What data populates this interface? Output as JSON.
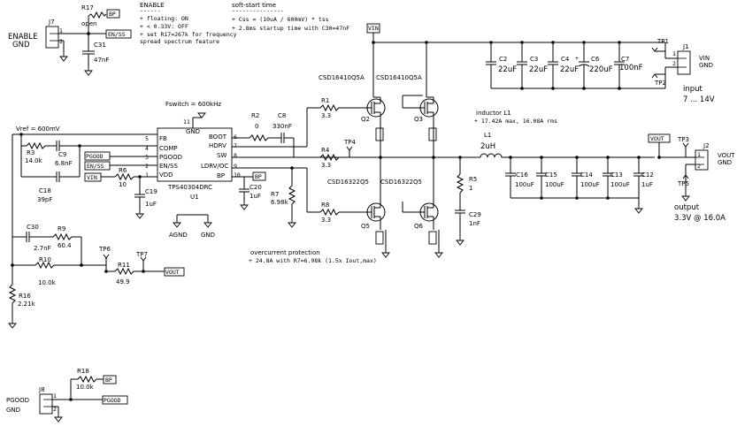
{
  "enable_note": {
    "title": "ENABLE",
    "underline": "------",
    "lines": [
      "+ floating: ON",
      "+ < 0.33V: OFF",
      "+ set R17=267k for frequency",
      "  spread spectrum feature"
    ]
  },
  "softstart_note": {
    "title": "soft-start time",
    "underline": "---------------",
    "lines": [
      "+ Css = (10uA / 600mV) * tss",
      "+ 2.8ms startup time with C30=47nF"
    ]
  },
  "connectors": {
    "j7": {
      "ref": "J7",
      "label1": "ENABLE",
      "label2": "GND",
      "pin1": "1",
      "pin2": "2"
    },
    "j1": {
      "ref": "J1",
      "label1": "VIN",
      "label2": "GND",
      "pin1": "1",
      "pin2": "2"
    },
    "j2": {
      "ref": "J2",
      "label1": "VOUT",
      "label2": "GND",
      "pin1": "1",
      "pin2": "2"
    },
    "j8": {
      "ref": "J8",
      "label1": "PGOOD",
      "label2": "GND",
      "pin1": "1",
      "pin2": "2"
    }
  },
  "net_tags": {
    "bp": "BP",
    "en_ss": "EN/SS",
    "vin": "VIN",
    "vout": "VOUT",
    "pgood": "PGOOD"
  },
  "ic": {
    "ref": "U1",
    "part": "TPS40304DRC",
    "fswitch": "Fswitch = 600kHz",
    "pins_left": [
      {
        "num": "5",
        "name": "FB"
      },
      {
        "num": "4",
        "name": "COMP"
      },
      {
        "num": "3",
        "name": "PGOOD"
      },
      {
        "num": "2",
        "name": "EN/SS"
      },
      {
        "num": "1",
        "name": "VDD"
      }
    ],
    "pins_right": [
      {
        "num": "6",
        "name": "BOOT"
      },
      {
        "num": "7",
        "name": "HDRV"
      },
      {
        "num": "8",
        "name": "SW"
      },
      {
        "num": "9",
        "name": "LDRV/OC"
      },
      {
        "num": "10",
        "name": "BP"
      }
    ],
    "gnd_pin": {
      "num": "11",
      "name": "GND"
    },
    "agnd": "AGND",
    "gnd": "GND"
  },
  "components": {
    "r17": {
      "ref": "R17",
      "value": "open"
    },
    "c31": {
      "ref": "C31",
      "value": "47nF"
    },
    "r2": {
      "ref": "R2",
      "value": "0"
    },
    "c8": {
      "ref": "C8",
      "value": "330nF"
    },
    "r1": {
      "ref": "R1",
      "value": "3.3"
    },
    "r4": {
      "ref": "R4",
      "value": "3.3"
    },
    "r8": {
      "ref": "R8",
      "value": "3.3"
    },
    "r7": {
      "ref": "R7",
      "value": "6.98k"
    },
    "r6": {
      "ref": "R6",
      "value": "10"
    },
    "c19": {
      "ref": "C19",
      "value": "1uF"
    },
    "c20": {
      "ref": "C20",
      "value": "1uF"
    },
    "r3": {
      "ref": "R3",
      "value": "14.0k"
    },
    "c9": {
      "ref": "C9",
      "value": "6.8nF"
    },
    "c18": {
      "ref": "C18",
      "value": "39pF"
    },
    "c30": {
      "ref": "C30",
      "value": "2.7nF"
    },
    "r9": {
      "ref": "R9",
      "value": "60.4"
    },
    "r10": {
      "ref": "R10",
      "value": "10.0k"
    },
    "r11": {
      "ref": "R11",
      "value": "49.9"
    },
    "r16": {
      "ref": "R16",
      "value": "2.21k"
    },
    "r18": {
      "ref": "R18",
      "value": "10.0k"
    },
    "r5": {
      "ref": "R5",
      "value": "1"
    },
    "c29": {
      "ref": "C29",
      "value": "1nF"
    },
    "l1": {
      "ref": "L1",
      "value": "2uH"
    },
    "q2": {
      "ref": "Q2",
      "part": "CSD16410Q5A"
    },
    "q3": {
      "ref": "Q3",
      "part": "CSD16410Q5A"
    },
    "q5": {
      "ref": "Q5",
      "part": "CSD16322Q5"
    },
    "q6": {
      "ref": "Q6",
      "part": "CSD16322Q5"
    },
    "vref": "Vref = 600mV"
  },
  "input_caps": [
    {
      "ref": "C2",
      "value": "22uF"
    },
    {
      "ref": "C3",
      "value": "22uF"
    },
    {
      "ref": "C4",
      "value": "22uF"
    },
    {
      "ref": "C6",
      "value": "220uF"
    },
    {
      "ref": "C7",
      "value": "100nF"
    }
  ],
  "output_caps": [
    {
      "ref": "C16",
      "value": "100uF"
    },
    {
      "ref": "C15",
      "value": "100uF"
    },
    {
      "ref": "C14",
      "value": "100uF"
    },
    {
      "ref": "C13",
      "value": "100uF"
    },
    {
      "ref": "C12",
      "value": "1uF"
    }
  ],
  "test_points": {
    "tp1": "TP1",
    "tp2": "TP2",
    "tp3": "TP3",
    "tp4": "TP4",
    "tp5": "TP5",
    "tp6": "TP6",
    "tp7": "TP7"
  },
  "inductor_note": {
    "title": "inductor L1",
    "line": "+ 17.42A max, 16.08A rms"
  },
  "overcurrent_note": {
    "title": "overcurrent protection",
    "line": "+ 24.8A with R7=6.98k (1.5x Iout,max)"
  },
  "input_label": {
    "line1": "input",
    "line2": "7 ... 14V"
  },
  "output_label": {
    "line1": "output",
    "line2": "3.3V @ 16.0A"
  }
}
